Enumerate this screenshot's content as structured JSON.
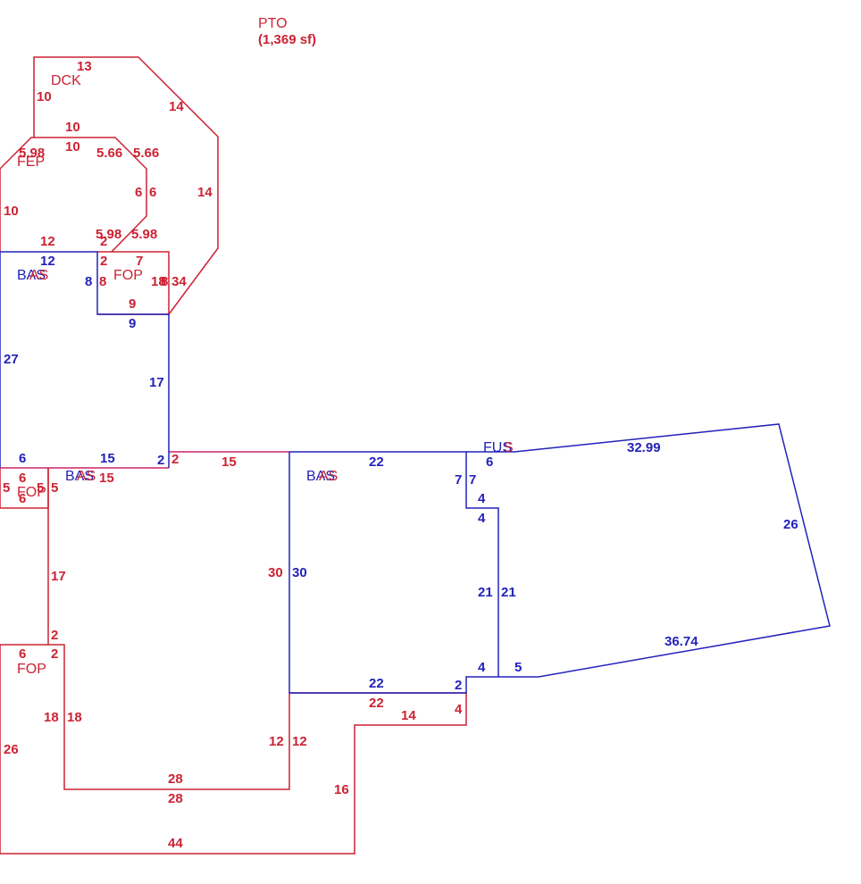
{
  "title": {
    "line1": "PTO",
    "line2": "(1,369 sf)"
  },
  "colors": {
    "red": "#cc2233",
    "blue": "#2222bb",
    "magenta": "#cc2266"
  },
  "area_labels": {
    "dck": "DCK",
    "fep": "FEP",
    "fop_upper": "FOP",
    "bas_left": "BAS",
    "bas_left_overlay": "AS",
    "fop_left": "FOP",
    "bas_lower_red": "BAS",
    "bas_lower_blue": "AS",
    "bas_mid": "BAS",
    "bas_mid_overlay": "AS",
    "fus": "FUS",
    "fus_overlay": "S",
    "fop_bottom": "FOP"
  },
  "dims": {
    "dck_13": "13",
    "dck_10": "10",
    "dck_14a": "14",
    "dck_14b": "14",
    "fep_10a": "10",
    "fep_10b": "10",
    "fep_598a": "5.98",
    "fep_566a": "5.66",
    "fep_566b": "5.66",
    "fep_10side": "10",
    "fep_6a": "6",
    "fep_6b": "6",
    "fep_12": "12",
    "fep_598b": "5.98",
    "fep_598c": "5.98",
    "fep_2a": "2",
    "bas_12": "12",
    "fop_2": "2",
    "fop_7": "7",
    "fop_8a": "8",
    "fop_8b": "8",
    "fop_18": "18",
    "fop_8c": "8",
    "fop_34": "34",
    "fop_9a": "9",
    "fop_9b": "9",
    "bas_27": "27",
    "bas_17": "17",
    "bas_6a": "6",
    "bas_15a": "15",
    "bas_2a": "2",
    "bas_2b": "2",
    "bas_15b": "15",
    "pto_15": "15",
    "fopl_6a": "6",
    "fopl_5a": "5",
    "fopl_5b": "5",
    "fopl_5c": "5",
    "fopl_6b": "6",
    "pto_17": "17",
    "pto_30": "30",
    "bas_30": "30",
    "bas_22a": "22",
    "bas_7a": "7",
    "bas_7b": "7",
    "bas_4a": "4",
    "bas_4b": "4",
    "bas_21a": "21",
    "bas_21b": "21",
    "bas_4c": "4",
    "bas_2c": "2",
    "bas_22b": "22",
    "pto_22": "22",
    "pto_14": "14",
    "pto_4": "4",
    "fus_6": "6",
    "fus_3299": "32.99",
    "fus_26": "26",
    "fus_3674": "36.74",
    "fus_5": "5",
    "fopb_6": "6",
    "fopb_2a": "2",
    "fopb_2b": "2",
    "fopb_18a": "18",
    "fopb_18b": "18",
    "fopb_26": "26",
    "pto_12a": "12",
    "pto_12b": "12",
    "pto_28a": "28",
    "pto_28b": "28",
    "pto_16": "16",
    "pto_44": "44"
  }
}
